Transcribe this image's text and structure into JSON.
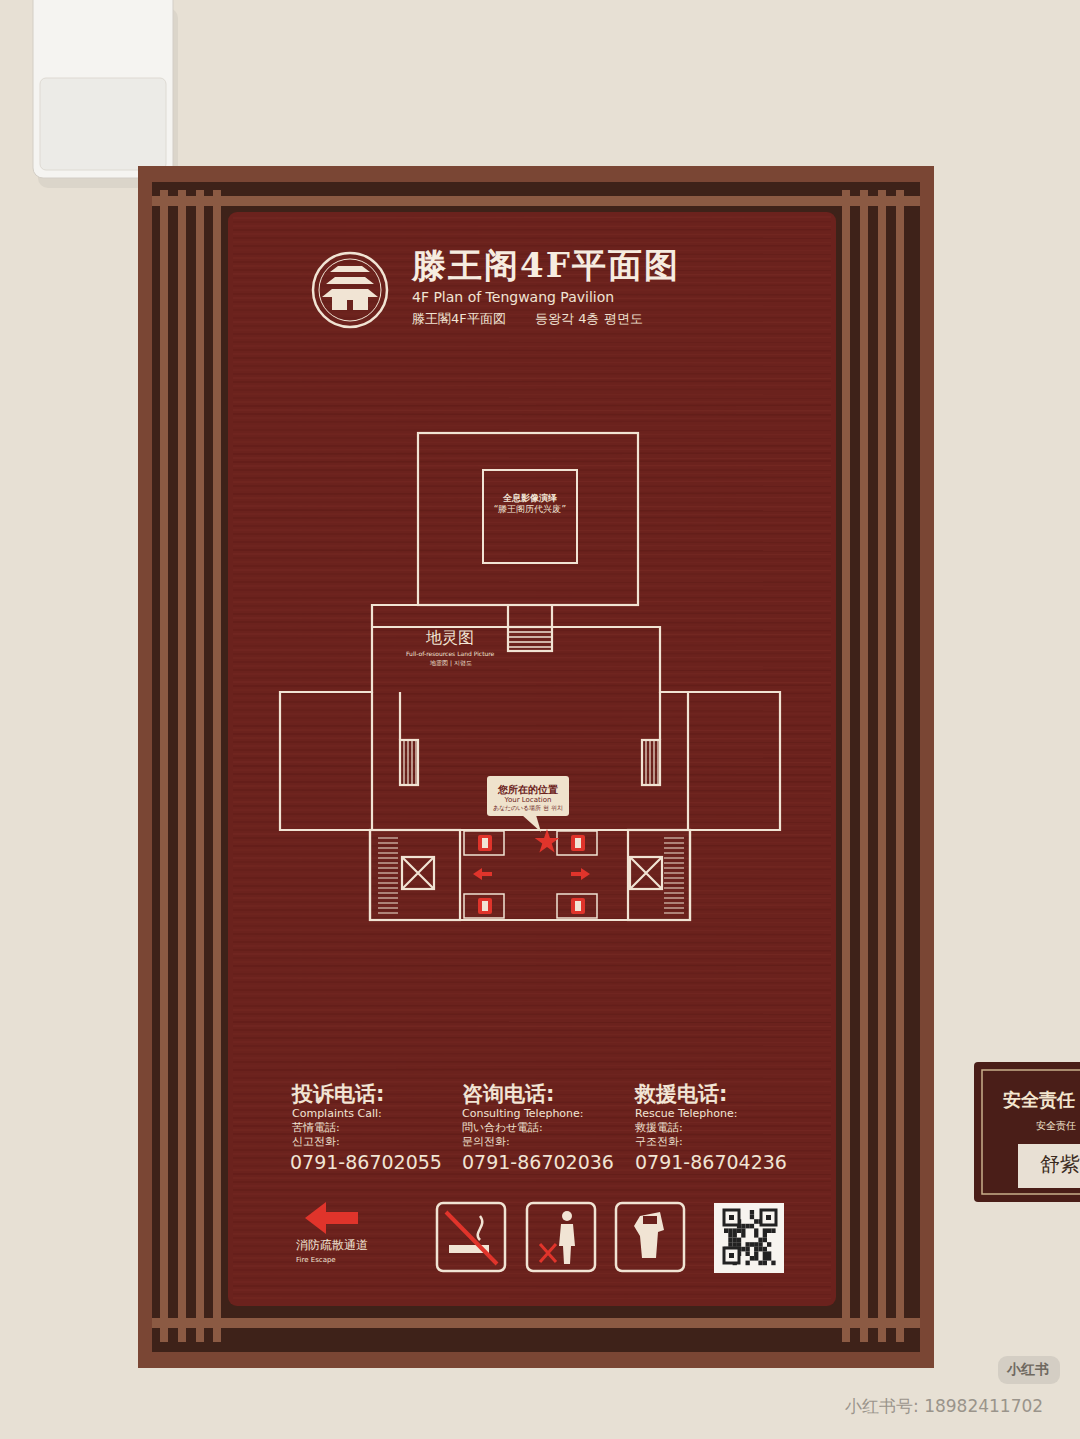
{
  "diagram": {
    "title": "滕王阁4F平面图",
    "nodes": [
      {
        "text": [
          "全息影像演绎",
          "“滕王阁历代兴废”"
        ]
      },
      {
        "text": [
          "您所在的位置",
          "Your Location",
          "あなたのいる場所 현 위치"
        ]
      }
    ],
    "labels": [
      "4F Plan of Tengwang Pavilion",
      "滕王閣4F平面図",
      "등왕각 4층 평면도",
      "地灵图",
      "Full-of-resources Land Picture",
      "地霊図 | 지령도",
      "投诉电话:",
      "Complaints Call:",
      "苦情電話:",
      "신고전화:",
      "0791-86702055",
      "咨询电话:",
      "Consulting Telephone:",
      "問い合わせ電話:",
      "문의전화:",
      "0791-86702036",
      "救援电话:",
      "Rescue Telephone:",
      "救援電話:",
      "구조전화:",
      "0791-86704236",
      "消防疏散通道",
      "Fire Escape",
      "安全责任",
      "安全责任",
      "舒紫",
      "小红书",
      "小红书号: 18982411702"
    ]
  }
}
